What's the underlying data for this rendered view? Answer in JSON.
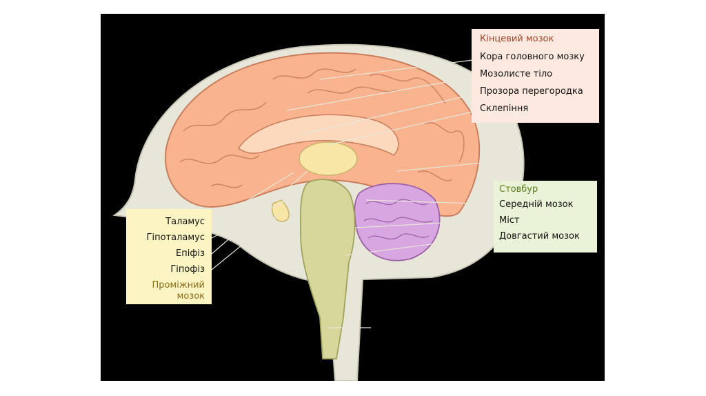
{
  "telencephalon": {
    "title": "Кінцевий мозок",
    "items": [
      "Кора головного мозку",
      "Мозолисте тіло",
      "Прозора перегородка",
      "Склепіння"
    ],
    "color": "#fde9df",
    "title_color": "#a0442a"
  },
  "brainstem": {
    "title": "Стовбур",
    "items": [
      "Середній мозок",
      "Міст",
      "Довгастий мозок"
    ],
    "color": "#eaf3d7",
    "title_color": "#5b7a1e"
  },
  "diencephalon": {
    "items": [
      "Таламус",
      "Гіпоталамус",
      "Епіфіз",
      "Гіпофіз"
    ],
    "title_line1": "Проміжний",
    "title_line2": "мозок",
    "color": "#fdf4c3",
    "title_color": "#8a6d14"
  },
  "colors": {
    "cortex": "#f9b48f",
    "skull": "#e8e6d9",
    "brainstem": "#d7d79c",
    "cerebellum": "#d8a6e0",
    "thalamus": "#f7e6a5",
    "background": "#000000"
  }
}
